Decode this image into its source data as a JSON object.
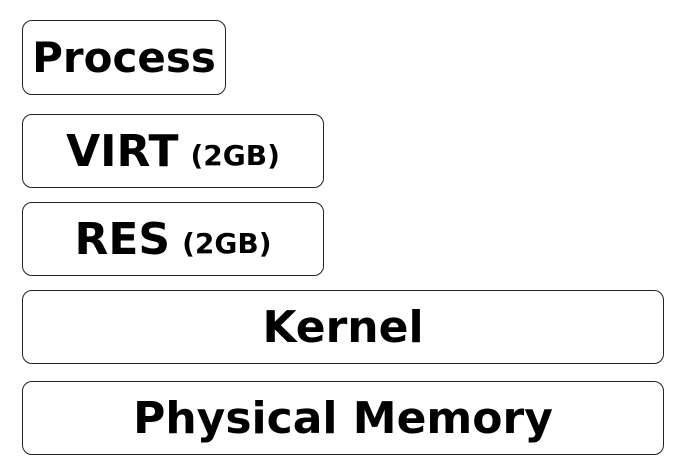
{
  "diagram": {
    "process": {
      "label": "Process"
    },
    "virt": {
      "label": "VIRT",
      "size": "(2GB)"
    },
    "res": {
      "label": "RES",
      "size": "(2GB)"
    },
    "kernel": {
      "label": "Kernel"
    },
    "physical_memory": {
      "label": "Physical Memory"
    }
  },
  "colors": {
    "border": "#222222",
    "text": "#000000",
    "background": "#ffffff"
  }
}
